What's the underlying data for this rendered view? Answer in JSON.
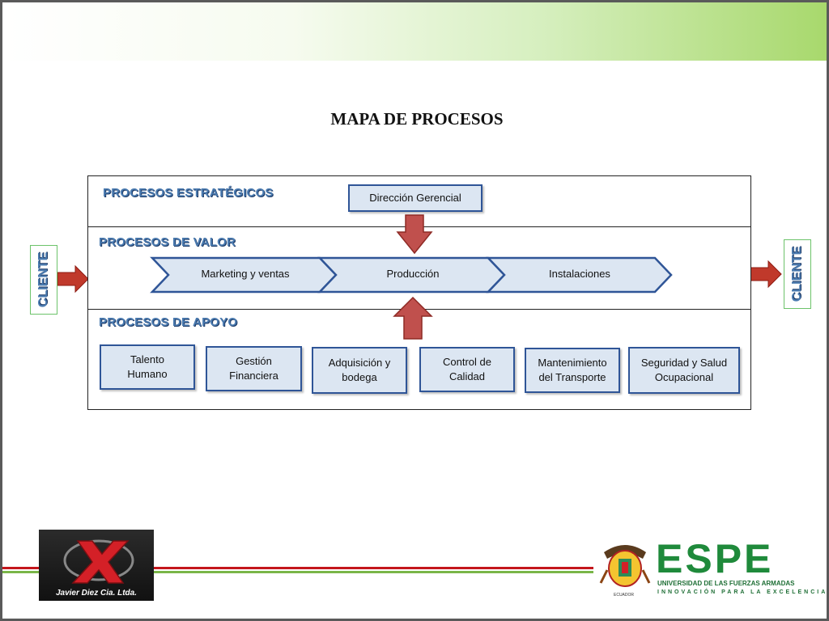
{
  "slide": {
    "title": "MAPA DE PROCESOS"
  },
  "process_map": {
    "strategic": {
      "label": "PROCESOS ESTRATÉGICOS",
      "box": "Dirección Gerencial"
    },
    "value": {
      "label": "PROCESOS DE VALOR",
      "chevrons": [
        "Marketing y ventas",
        "Producción",
        "Instalaciones"
      ]
    },
    "support": {
      "label": "PROCESOS DE APOYO",
      "boxes": [
        {
          "line1": "Talento",
          "line2": "Humano"
        },
        {
          "line1": "Gestión",
          "line2": "Financiera"
        },
        {
          "line1": "Adquisición y",
          "line2": "bodega"
        },
        {
          "line1": "Control de",
          "line2": "Calidad"
        },
        {
          "line1": "Mantenimiento",
          "line2": "del Transporte"
        },
        {
          "line1": "Seguridad y Salud",
          "line2": "Ocupacional"
        }
      ]
    },
    "client_left": "CLIENTE",
    "client_right": "CLIENTE"
  },
  "footer": {
    "left_logo_caption": "Javier Diez Cia. Ltda.",
    "espe_name": "ESPE",
    "espe_subtitle": "UNIVERSIDAD DE LAS FUERZAS ARMADAS",
    "espe_motto": "INNOVACIÓN PARA LA EXCELENCIA",
    "espe_crest_caption": "ECUADOR"
  },
  "colors": {
    "box_fill": "#dce6f2",
    "box_border": "#2f5597",
    "arrow_red": "#c0392b",
    "label_blue": "#4b7bb0",
    "accent_green": "#7ab648",
    "accent_red": "#c4161c"
  }
}
